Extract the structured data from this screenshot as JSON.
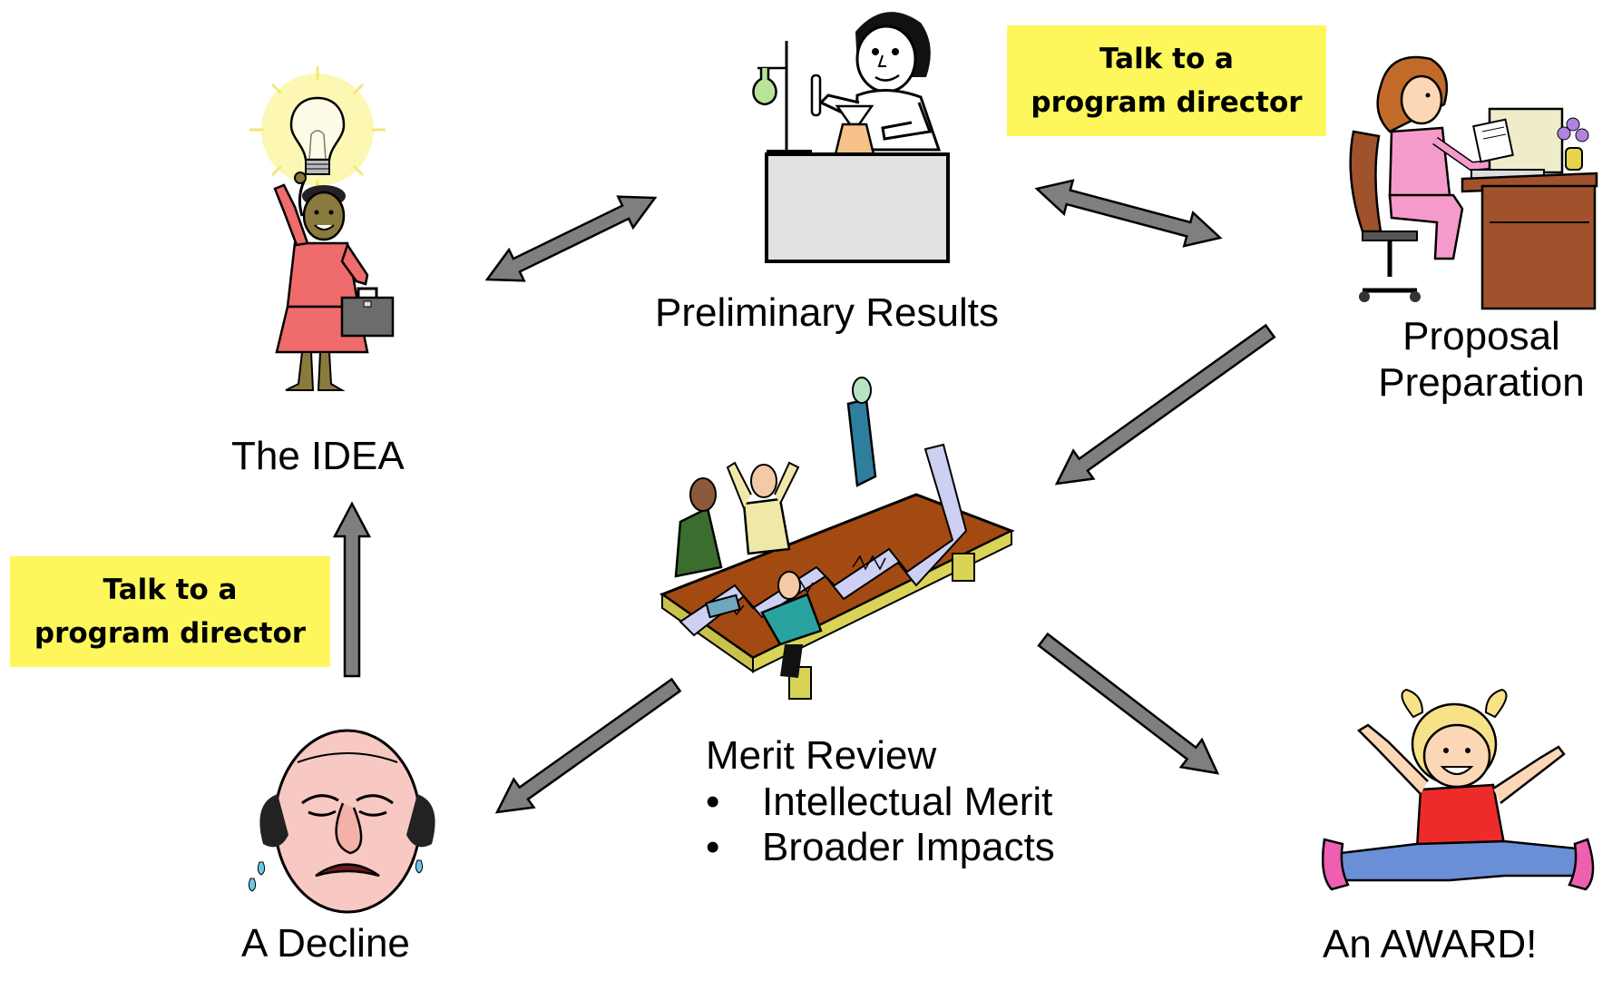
{
  "nodes": {
    "idea": {
      "label": "The IDEA"
    },
    "preliminary": {
      "label": "Preliminary Results"
    },
    "proposal": {
      "label_line1": "Proposal",
      "label_line2": "Preparation"
    },
    "merit": {
      "label": "Merit Review",
      "criteria": [
        "Intellectual Merit",
        "Broader Impacts"
      ]
    },
    "decline": {
      "label": "A Decline"
    },
    "award": {
      "label": "An AWARD!"
    }
  },
  "notes": {
    "top": {
      "line1": "Talk to a",
      "line2": "program director"
    },
    "left": {
      "line1": "Talk to a",
      "line2": "program director"
    }
  },
  "colors": {
    "arrow_fill": "#7f7f7f",
    "arrow_stroke": "#000000",
    "note_background": "#fdf75c"
  },
  "arrows": [
    {
      "from": "idea",
      "to": "preliminary",
      "direction": "both"
    },
    {
      "from": "preliminary",
      "to": "proposal",
      "direction": "both"
    },
    {
      "from": "proposal",
      "to": "merit",
      "direction": "forward"
    },
    {
      "from": "merit",
      "to": "decline",
      "direction": "forward"
    },
    {
      "from": "merit",
      "to": "award",
      "direction": "forward"
    },
    {
      "from": "decline",
      "to": "idea",
      "direction": "forward"
    }
  ]
}
